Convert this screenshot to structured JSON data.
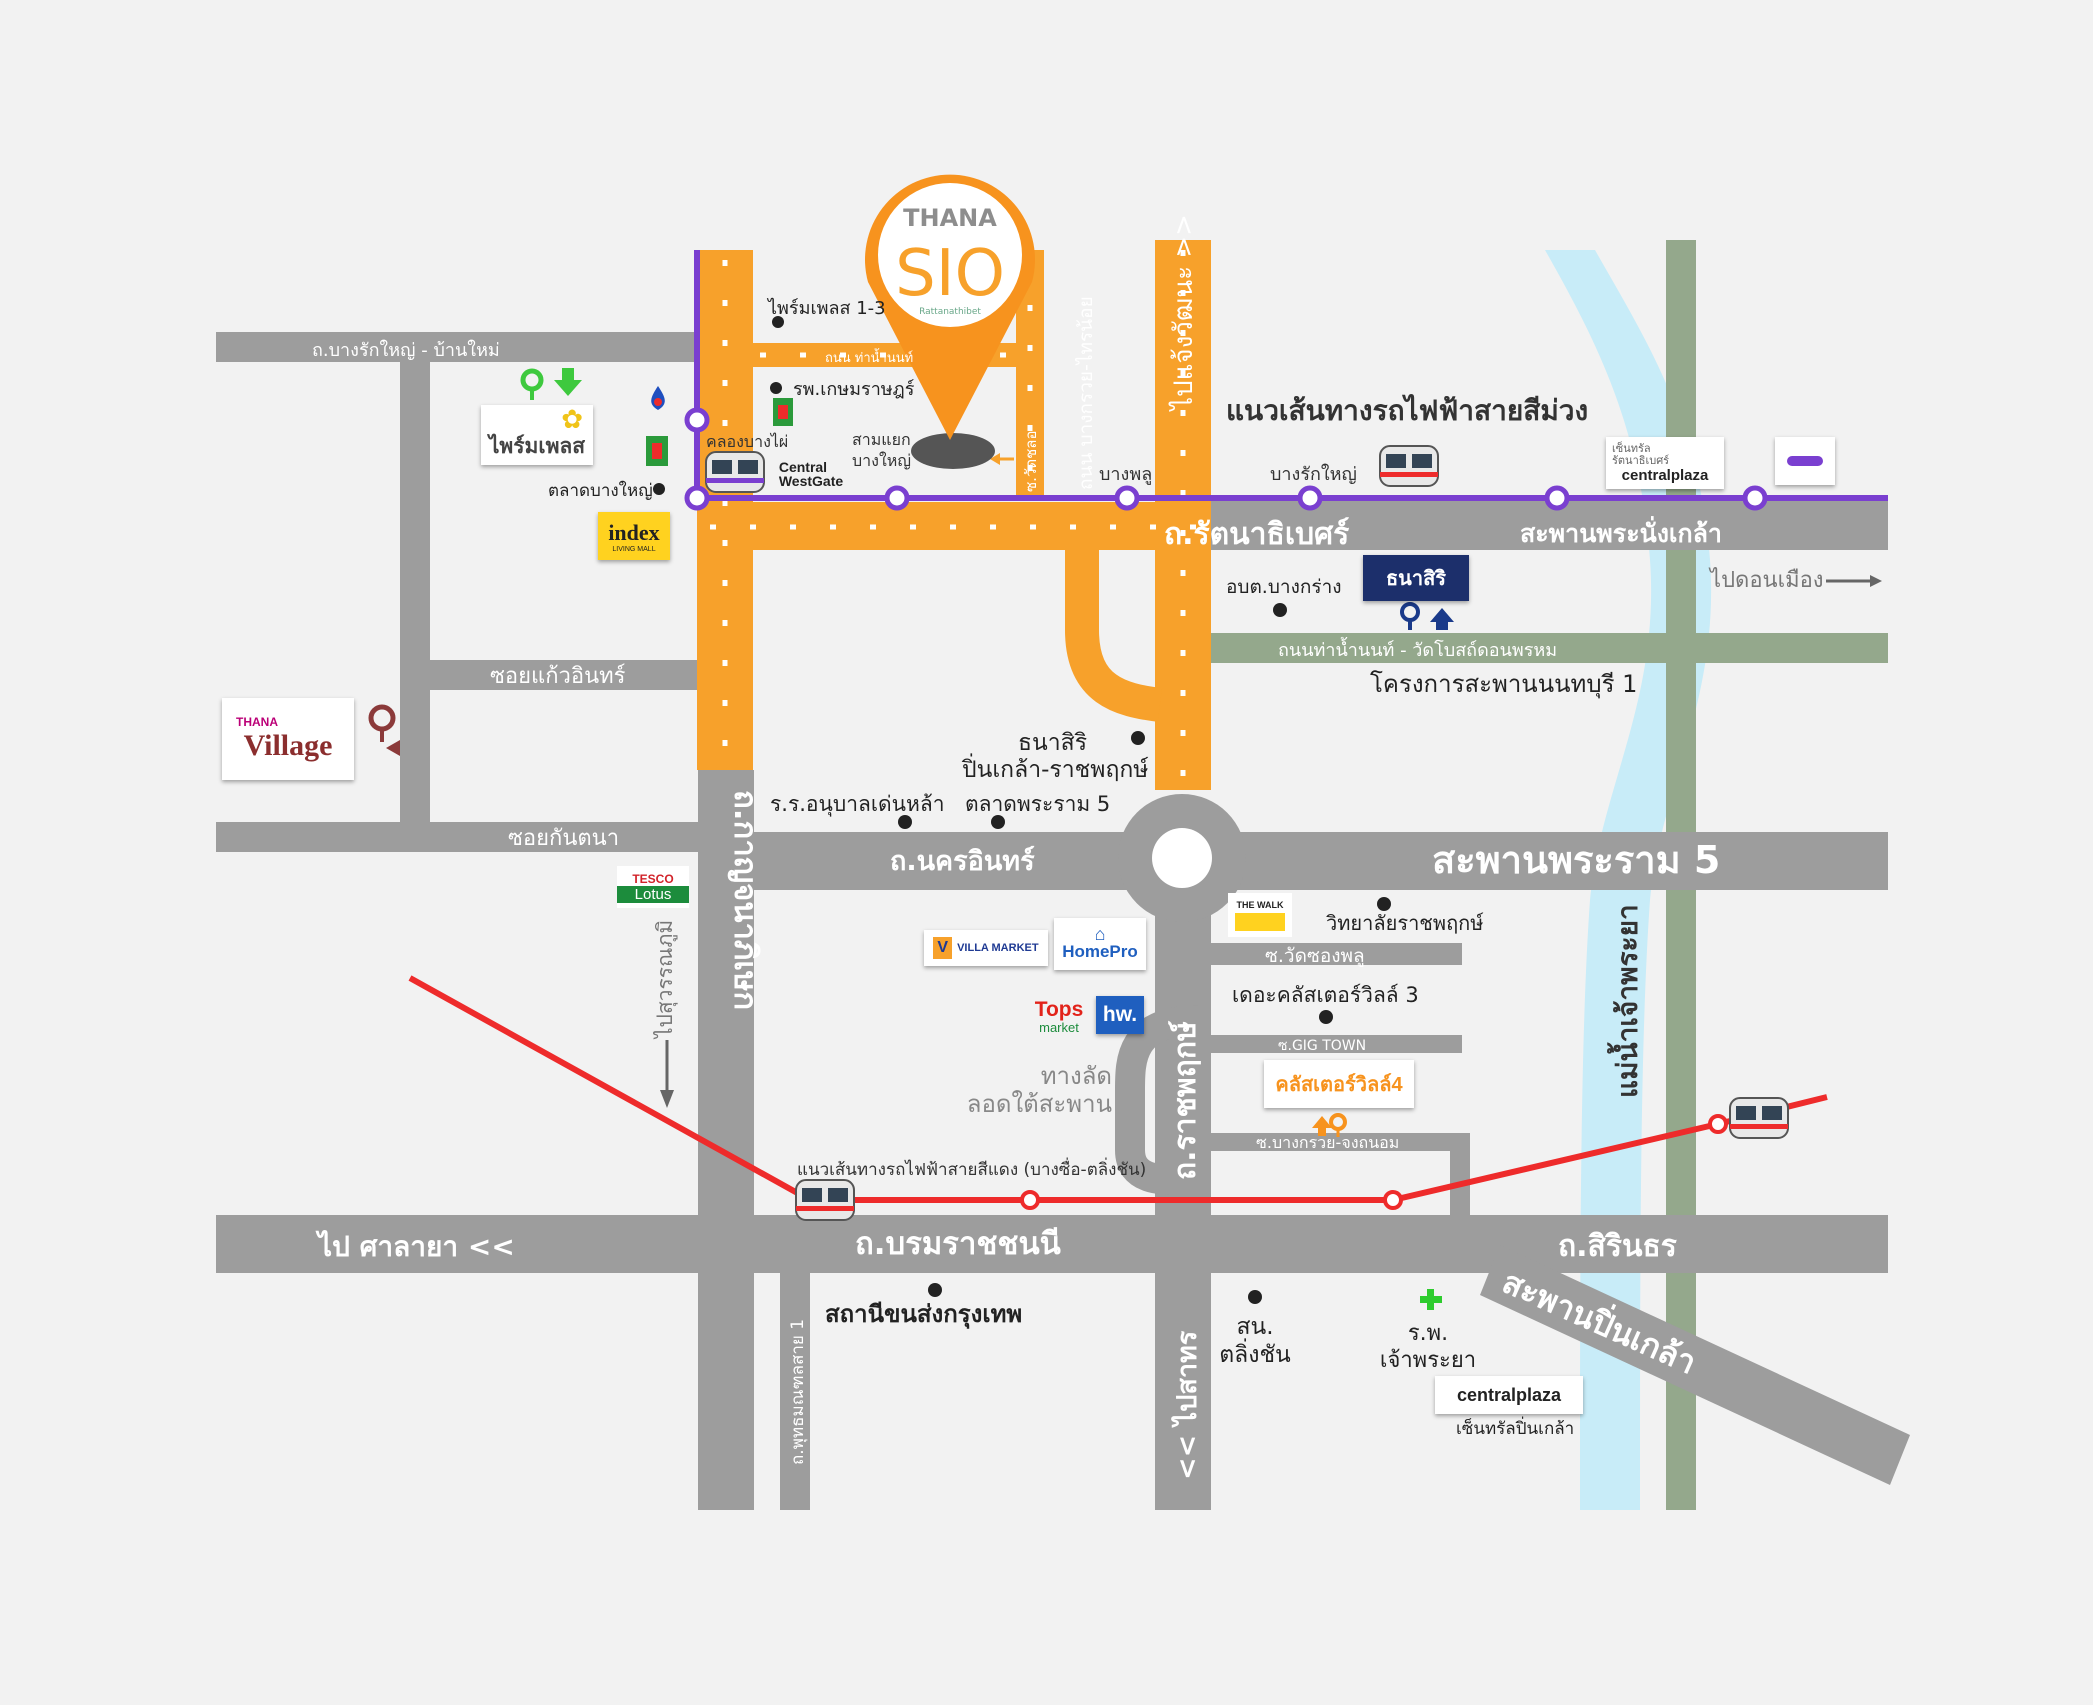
{
  "project": {
    "logo_brand": "THANA",
    "logo_name": "SIO",
    "logo_sub": "Rattanathibet"
  },
  "roads": {
    "bang_rak_yai_ban_mai": "ถ.บางรักใหญ่ - บ้านใหม่",
    "rattanathibet": "ถ.รัตนาธิเบศร์",
    "nakhon_in": "ถ.นครอินทร์",
    "kanchanaphisek": "ถ.กาญจนาภิเษก",
    "ratchaphruek": "ถ.ราชพฤกษ์",
    "borommaratchachonnani": "ถ.บรมราชชนนี",
    "sirindhorn": "ถ.สิรินธร",
    "soi_kaew_in": "ซอยแก้วอินทร์",
    "soi_kan_tana": "ซอยกันตนา",
    "to_salaya": "ไป ศาลายา <<",
    "to_sai_ma": "<< ไปสาทร",
    "to_chaeng_watthana": "ไปแจ้งวัฒนะ >>",
    "to_don_mueang": "ไปดอนเมือง",
    "to_suwannaphum": "ไปสุวรรณภูมิ",
    "soi_phutthamonthon_1": "ถ.พุทธมณฑลสาย 1",
    "tha_nam_nonthaburi": "ถนนท่าน้ำนนท์ - วัดโบสถ์ดอนพรหม",
    "bang_kruai_sai_noi": "ถนน บางกรวย-ไทรน้อย",
    "soi_wat_chong_lom": "ซ.วัดชลอ",
    "soi_wat_sai_ma": "ถนน ท่าน้ำนนท์",
    "soi_wat_song_phon": "ซ.วัดซองพลู",
    "soi_gig_town": "ซ.GIG TOWN",
    "soi_bang_kruai_jongthanom": "ซ.บางกรวย-จงถนอม",
    "underpass": "ทางลัด\nลอดใต้สะพาน"
  },
  "bridges": {
    "rama5": "สะพานพระราม 5",
    "nang_klao": "สะพานพระนั่งเกล้า",
    "pin_klao": "สะพานปิ่นเกล้า",
    "nonthaburi1": "โครงการสะพานนนทบุรี 1"
  },
  "river": "แม่น้ำเจ้าพระยา",
  "lines": {
    "purple": "แนวเส้นทางรถไฟฟ้าสายสีม่วง",
    "red": "แนวเส้นทางรถไฟฟ้าสายสีแดง (บางซื่อ-ตลิ่งชัน)"
  },
  "stations": {
    "khlong_bang_phai": "คลองบางไผ่",
    "sam_yaek_bang_yai": "สามแยก\nบางใหญ่",
    "bang_phlu": "บางพลู",
    "bang_rak_yai": "บางรักใหญ่"
  },
  "places": {
    "prime_place_1_3": "ไพร์มเพลส 1-3",
    "kasemrad": "รพ.เกษมราษฎร์",
    "talad_bang_yai": "ตลาดบางใหญ่",
    "obt_bang_krang": "อบต.บางกร่าง",
    "thanasiri_pinklao": "ธนาสิริ\nปิ่นเกล้า-ราชพฤกษ์",
    "anuban_school": "ร.ร.อนุบาลเด่นหล้า",
    "talad_rama5": "ตลาดพระราม 5",
    "ratchaphruek_college": "วิทยาลัยราชพฤกษ์",
    "the_cluster_3": "เดอะคลัสเตอร์วิลล์ 3",
    "southern_bus": "สถานีขนส่งกรุงเทพ",
    "taling_chan": "สน.\nตลิ่งชัน",
    "chaophraya_hospital": "ร.พ.\nเจ้าพระยา",
    "central_pinklao": "เซ็นทรัลปิ่นเกล้า"
  },
  "brands": {
    "prime_place": "ไพร์มเพลส",
    "index": "index",
    "index_sub": "LIVING MALL",
    "thana_village": "Village",
    "thana_village_brand": "THANA",
    "tesco": "TESCO",
    "lotus": "Lotus",
    "villa_market": "VILLA MARKET",
    "homepro": "HomePro",
    "tops": "Tops",
    "tops_sub": "market",
    "hw": "hw.",
    "thanasiri_logo": "ธนาสิริ",
    "cluster_logo": "คลัสเตอร์วิลล์4",
    "central_westgate": "Central\nWestGate",
    "central_plaza": "centralplaza",
    "central_rattanathibet": "เซ็นทรัล\nรัตนาธิเบศร์",
    "the_walk": "THE WALK"
  },
  "colors": {
    "background": "#f2f2f2",
    "road": "#9d9d9d",
    "highway": "#f7a12b",
    "purple_line": "#7a3fd0",
    "red_line": "#ee2b2b",
    "river": "#c8ecf8",
    "green_road": "#94a88c",
    "label_white": "#ffffff",
    "pin": "#f7931e"
  }
}
